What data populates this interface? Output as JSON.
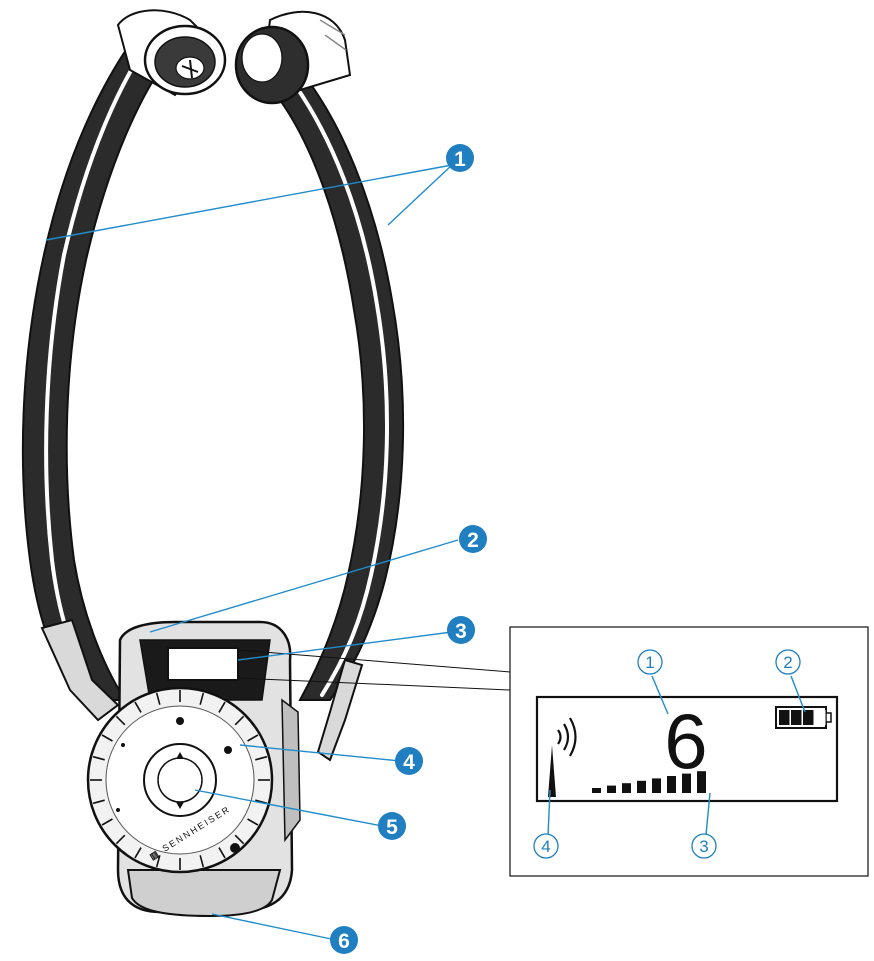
{
  "colors": {
    "callout_fill": "#1f7fc0",
    "leader_line": "#1f8ccc",
    "outline": "#111111",
    "headband_dark": "#2b2b2b",
    "body_grey": "#d9d9d9"
  },
  "device": {
    "brand": "SENNHEISER",
    "buttons": {
      "up_icon": "triangle-up-icon",
      "down_icon": "triangle-down-icon"
    }
  },
  "callouts": [
    "1",
    "2",
    "3",
    "4",
    "5",
    "6"
  ],
  "display_detail": {
    "channel_number": "6",
    "labels": [
      "1",
      "2",
      "3",
      "4"
    ],
    "icons": [
      "radio-waves-icon",
      "battery-icon",
      "volume-bars-icon",
      "signal-strength-icon"
    ],
    "battery_level": 0.75,
    "volume_bars": 8
  }
}
